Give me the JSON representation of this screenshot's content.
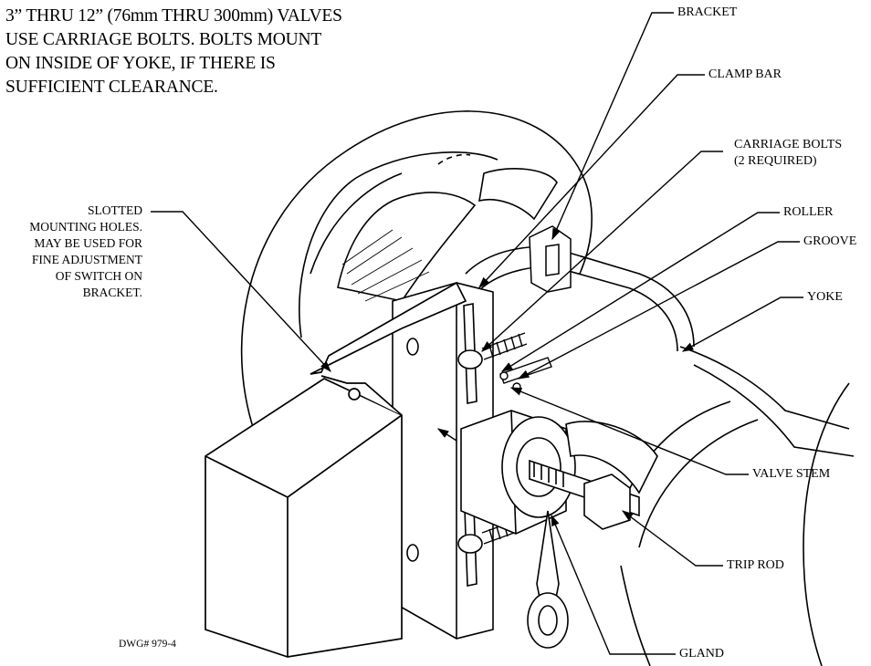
{
  "notes": {
    "valve_note": [
      "3” THRU 12” (76mm THRU 300mm) VALVES",
      "USE CARRIAGE BOLTS.  BOLTS MOUNT",
      "ON INSIDE OF YOKE, IF THERE IS",
      "SUFFICIENT CLEARANCE."
    ],
    "slotted_note": [
      "SLOTTED",
      "MOUNTING HOLES.",
      "MAY BE USED FOR",
      "FINE ADJUSTMENT",
      "OF SWITCH ON",
      "BRACKET."
    ]
  },
  "callouts": {
    "bracket": "BRACKET",
    "clamp_bar": "CLAMP BAR",
    "carriage_bolts": "CARRIAGE BOLTS",
    "carriage_bolts_qty": "(2 REQUIRED)",
    "roller": "ROLLER",
    "groove": "GROOVE",
    "yoke": "YOKE",
    "valve_stem": "VALVE STEM",
    "trip_rod": "TRIP ROD",
    "gland": "GLAND"
  },
  "drawing_number": "DWG# 979-4"
}
